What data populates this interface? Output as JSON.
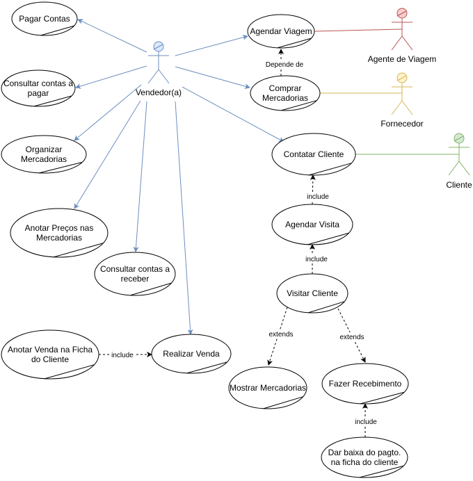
{
  "actors": {
    "vendedor": {
      "label": "Vendedor(a)",
      "stroke": "#6c8ebf",
      "fill": "#dae8fc"
    },
    "agente": {
      "label": "Agente de Viagem",
      "stroke": "#b85450",
      "fill": "#f8cecc"
    },
    "fornecedor": {
      "label": "Fornecedor",
      "stroke": "#d6b656",
      "fill": "#fff2cc"
    },
    "cliente": {
      "label": "Cliente",
      "stroke": "#82b366",
      "fill": "#d5e8d4"
    }
  },
  "use_cases": {
    "pagar_contas": [
      "Pagar Contas"
    ],
    "consultar_pagar": [
      "Consultar contas a",
      "pagar"
    ],
    "organizar": [
      "Organizar",
      "Mercadorias"
    ],
    "anotar_precos": [
      "Anotar Preços nas",
      "Mercadorias"
    ],
    "consultar_receber": [
      "Consultar contas a",
      "receber"
    ],
    "anotar_venda": [
      "Anotar Venda na Ficha",
      "do Cliente"
    ],
    "realizar_venda": [
      "Realizar Venda"
    ],
    "agendar_viagem": [
      "Agendar Viagem"
    ],
    "comprar": [
      "Comprar",
      "Mercadorias"
    ],
    "contatar": [
      "Contatar Cliente"
    ],
    "agendar_visita": [
      "Agendar Visita"
    ],
    "visitar": [
      "Visitar Cliente"
    ],
    "mostrar": [
      "Mostrar Mercadorias"
    ],
    "recebimento": [
      "Fazer Recebimento"
    ],
    "dar_baixa": [
      "Dar baixa do pagto.",
      "na ficha do cliente"
    ]
  },
  "relations": {
    "depende": "Depende de",
    "include1": "include",
    "include2": "include",
    "extends1": "extends",
    "extends2": "extends",
    "include3": "include",
    "include4": "include"
  }
}
